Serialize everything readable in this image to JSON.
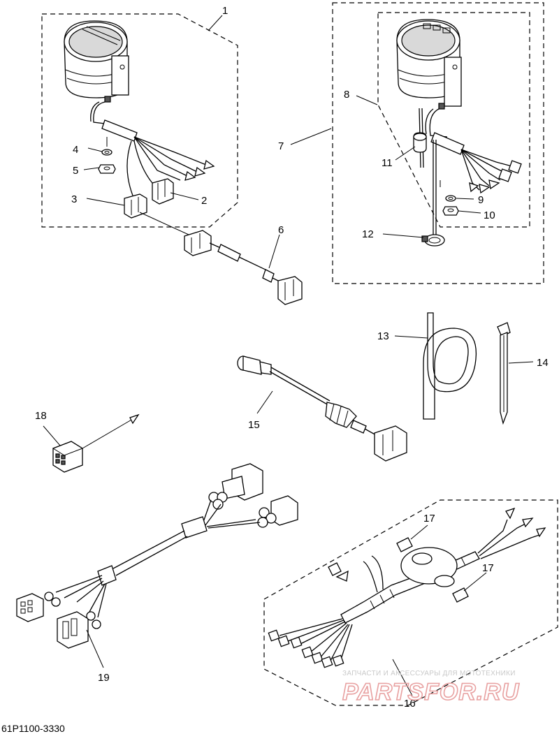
{
  "labels": {
    "n1": "1",
    "n2": "2",
    "n3": "3",
    "n4": "4",
    "n5": "5",
    "n6": "6",
    "n7": "7",
    "n8": "8",
    "n9": "9",
    "n10": "10",
    "n11": "11",
    "n12": "12",
    "n13": "13",
    "n14": "14",
    "n15": "15",
    "n16": "16",
    "n17a": "17",
    "n17b": "17",
    "n18": "18",
    "n19": "19"
  },
  "diagram_code": "61P1100-3330",
  "watermark": {
    "tagline": "ЗАПЧАСТИ И АКСЕССУАРЫ ДЛЯ МОТОТЕХНИКИ",
    "brand": "PARTSFOR.RU"
  },
  "colors": {
    "line": "#000000",
    "watermark": "#e8a0a0"
  }
}
